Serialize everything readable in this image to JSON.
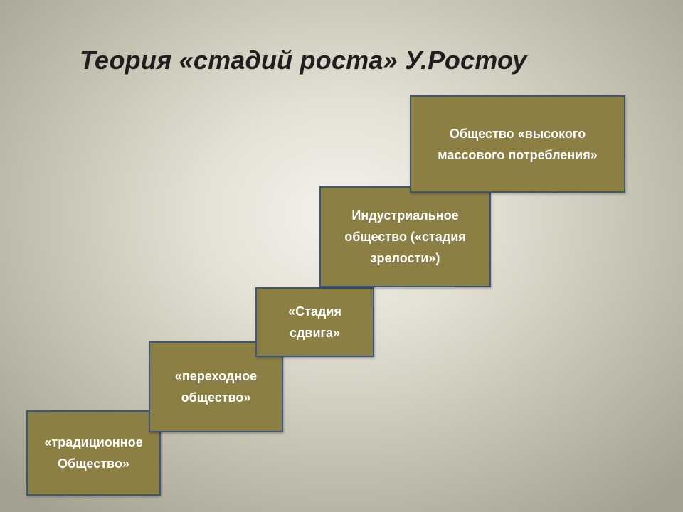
{
  "slide": {
    "title": "Теория «стадий роста» У.Ростоу"
  },
  "stages": [
    {
      "label": "«традиционное Общество»"
    },
    {
      "label": "«переходное общество»"
    },
    {
      "label": "«Стадия сдвига»"
    },
    {
      "label": "Индустриальное общество («стадия зрелости»)"
    },
    {
      "label": "Общество «высокого массового потребления»"
    }
  ],
  "colors": {
    "box_fill": "#8c7f44",
    "box_border": "#3b5678",
    "box_text": "#ffffff",
    "title_text": "#1f1f1f"
  }
}
